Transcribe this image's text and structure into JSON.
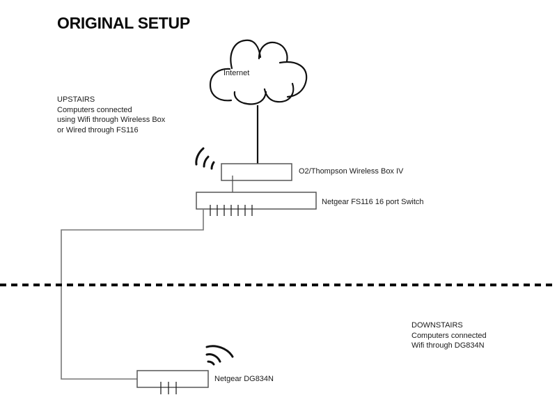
{
  "title": "ORIGINAL SETUP",
  "zones": {
    "upstairs": {
      "heading": "UPSTAIRS",
      "lines": [
        "Computers connected",
        "using Wifi through Wireless Box",
        "or Wired through FS116"
      ]
    },
    "downstairs": {
      "heading": "DOWNSTAIRS",
      "lines": [
        "Computers connected",
        "Wifi through DG834N"
      ]
    }
  },
  "nodes": {
    "internet": {
      "label": "Internet",
      "icon": "cloud-icon"
    },
    "wireless_box": {
      "label": "O2/Thompson Wireless Box IV",
      "icon": "wifi-signal-icon"
    },
    "switch": {
      "label": "Netgear FS116 16 port Switch",
      "ports_shown": 7
    },
    "dg834n": {
      "label": "Netgear DG834N",
      "icon": "wifi-signal-icon",
      "ports_shown": 3
    }
  },
  "connections": [
    {
      "from": "internet",
      "to": "wireless_box"
    },
    {
      "from": "wireless_box",
      "to": "switch"
    },
    {
      "from": "switch",
      "to": "dg834n"
    }
  ],
  "divider": {
    "meaning": "floor-boundary",
    "style": "dashed"
  }
}
